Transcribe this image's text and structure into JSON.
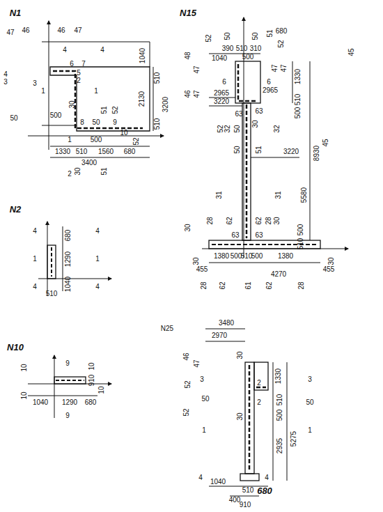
{
  "diagram": {
    "labels": [
      "N1",
      "47",
      "46",
      "46",
      "47",
      "4",
      "4",
      "1040",
      "4",
      "3",
      "6",
      "7",
      "5",
      "2",
      "3",
      "1",
      "1",
      "510",
      "2130",
      "3200",
      "500",
      "50",
      "30",
      "51",
      "52",
      "8",
      "50",
      "9",
      "10",
      "510",
      "52",
      "1",
      "500",
      "1330",
      "510",
      "1560",
      "680",
      "3400",
      "2",
      "30",
      "51",
      "N2",
      "4",
      "4",
      "1",
      "1",
      "4",
      "4",
      "680",
      "1290",
      "1040",
      "510",
      "N10",
      "10",
      "9",
      "10",
      "910",
      "10",
      "10",
      "1040",
      "1290",
      "680",
      "9",
      "N15",
      "52",
      "50",
      "50",
      "51",
      "52",
      "48",
      "47",
      "1040",
      "390",
      "510",
      "310",
      "680",
      "500",
      "47",
      "47",
      "45",
      "46",
      "47",
      "6",
      "6",
      "2965",
      "2965",
      "3220",
      "1330",
      "510",
      "500",
      "63",
      "63",
      "52",
      "32",
      "50",
      "30",
      "32",
      "45",
      "3220",
      "51",
      "50",
      "8930",
      "5580",
      "31",
      "31",
      "28",
      "62",
      "62",
      "28",
      "30",
      "30",
      "63",
      "63",
      "500",
      "510",
      "30",
      "30",
      "1380",
      "500",
      "510",
      "500",
      "1380",
      "455",
      "455",
      "4270",
      "28",
      "62",
      "61",
      "62",
      "28",
      "N25",
      "3480",
      "2970",
      "46",
      "47",
      "30",
      "3",
      "3",
      "52",
      "2",
      "1330",
      "50",
      "50",
      "510",
      "500",
      "2",
      "30",
      "52",
      "1",
      "1",
      "2935",
      "5275",
      "4",
      "4",
      "1040",
      "510",
      "680",
      "400",
      "910"
    ]
  }
}
